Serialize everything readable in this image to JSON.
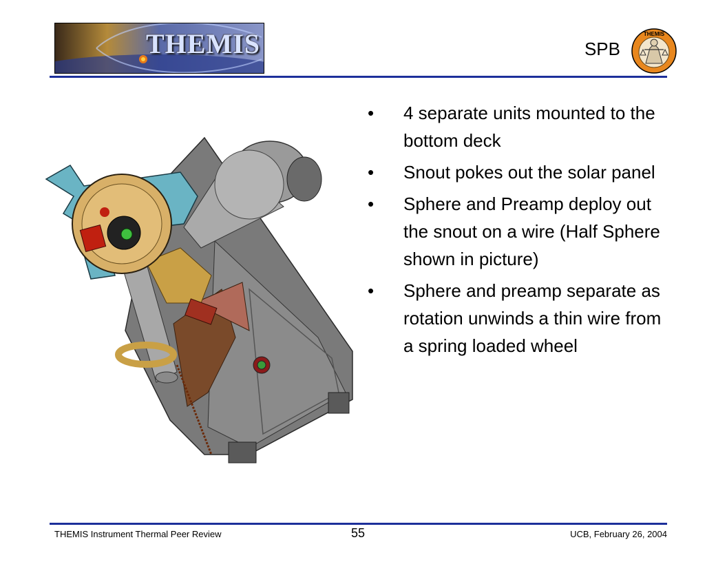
{
  "header": {
    "logo_text": "THEMIS",
    "section_title": "SPB",
    "seal_text": "THEMIS"
  },
  "bullets": [
    {
      "marker": "•",
      "text": "4 separate units mounted to the bottom deck"
    },
    {
      "marker": "•",
      "text": "Snout pokes out the solar panel"
    },
    {
      "marker": "•",
      "text": "Sphere and Preamp deploy out the snout on a wire (Half Sphere shown in picture)"
    },
    {
      "marker": "•",
      "text": "Sphere and preamp separate as rotation unwinds a thin wire from a spring loaded wheel"
    }
  ],
  "footer": {
    "left": "THEMIS Instrument Thermal Peer Review",
    "page_number": "55",
    "right": "UCB, February 26, 2004"
  }
}
